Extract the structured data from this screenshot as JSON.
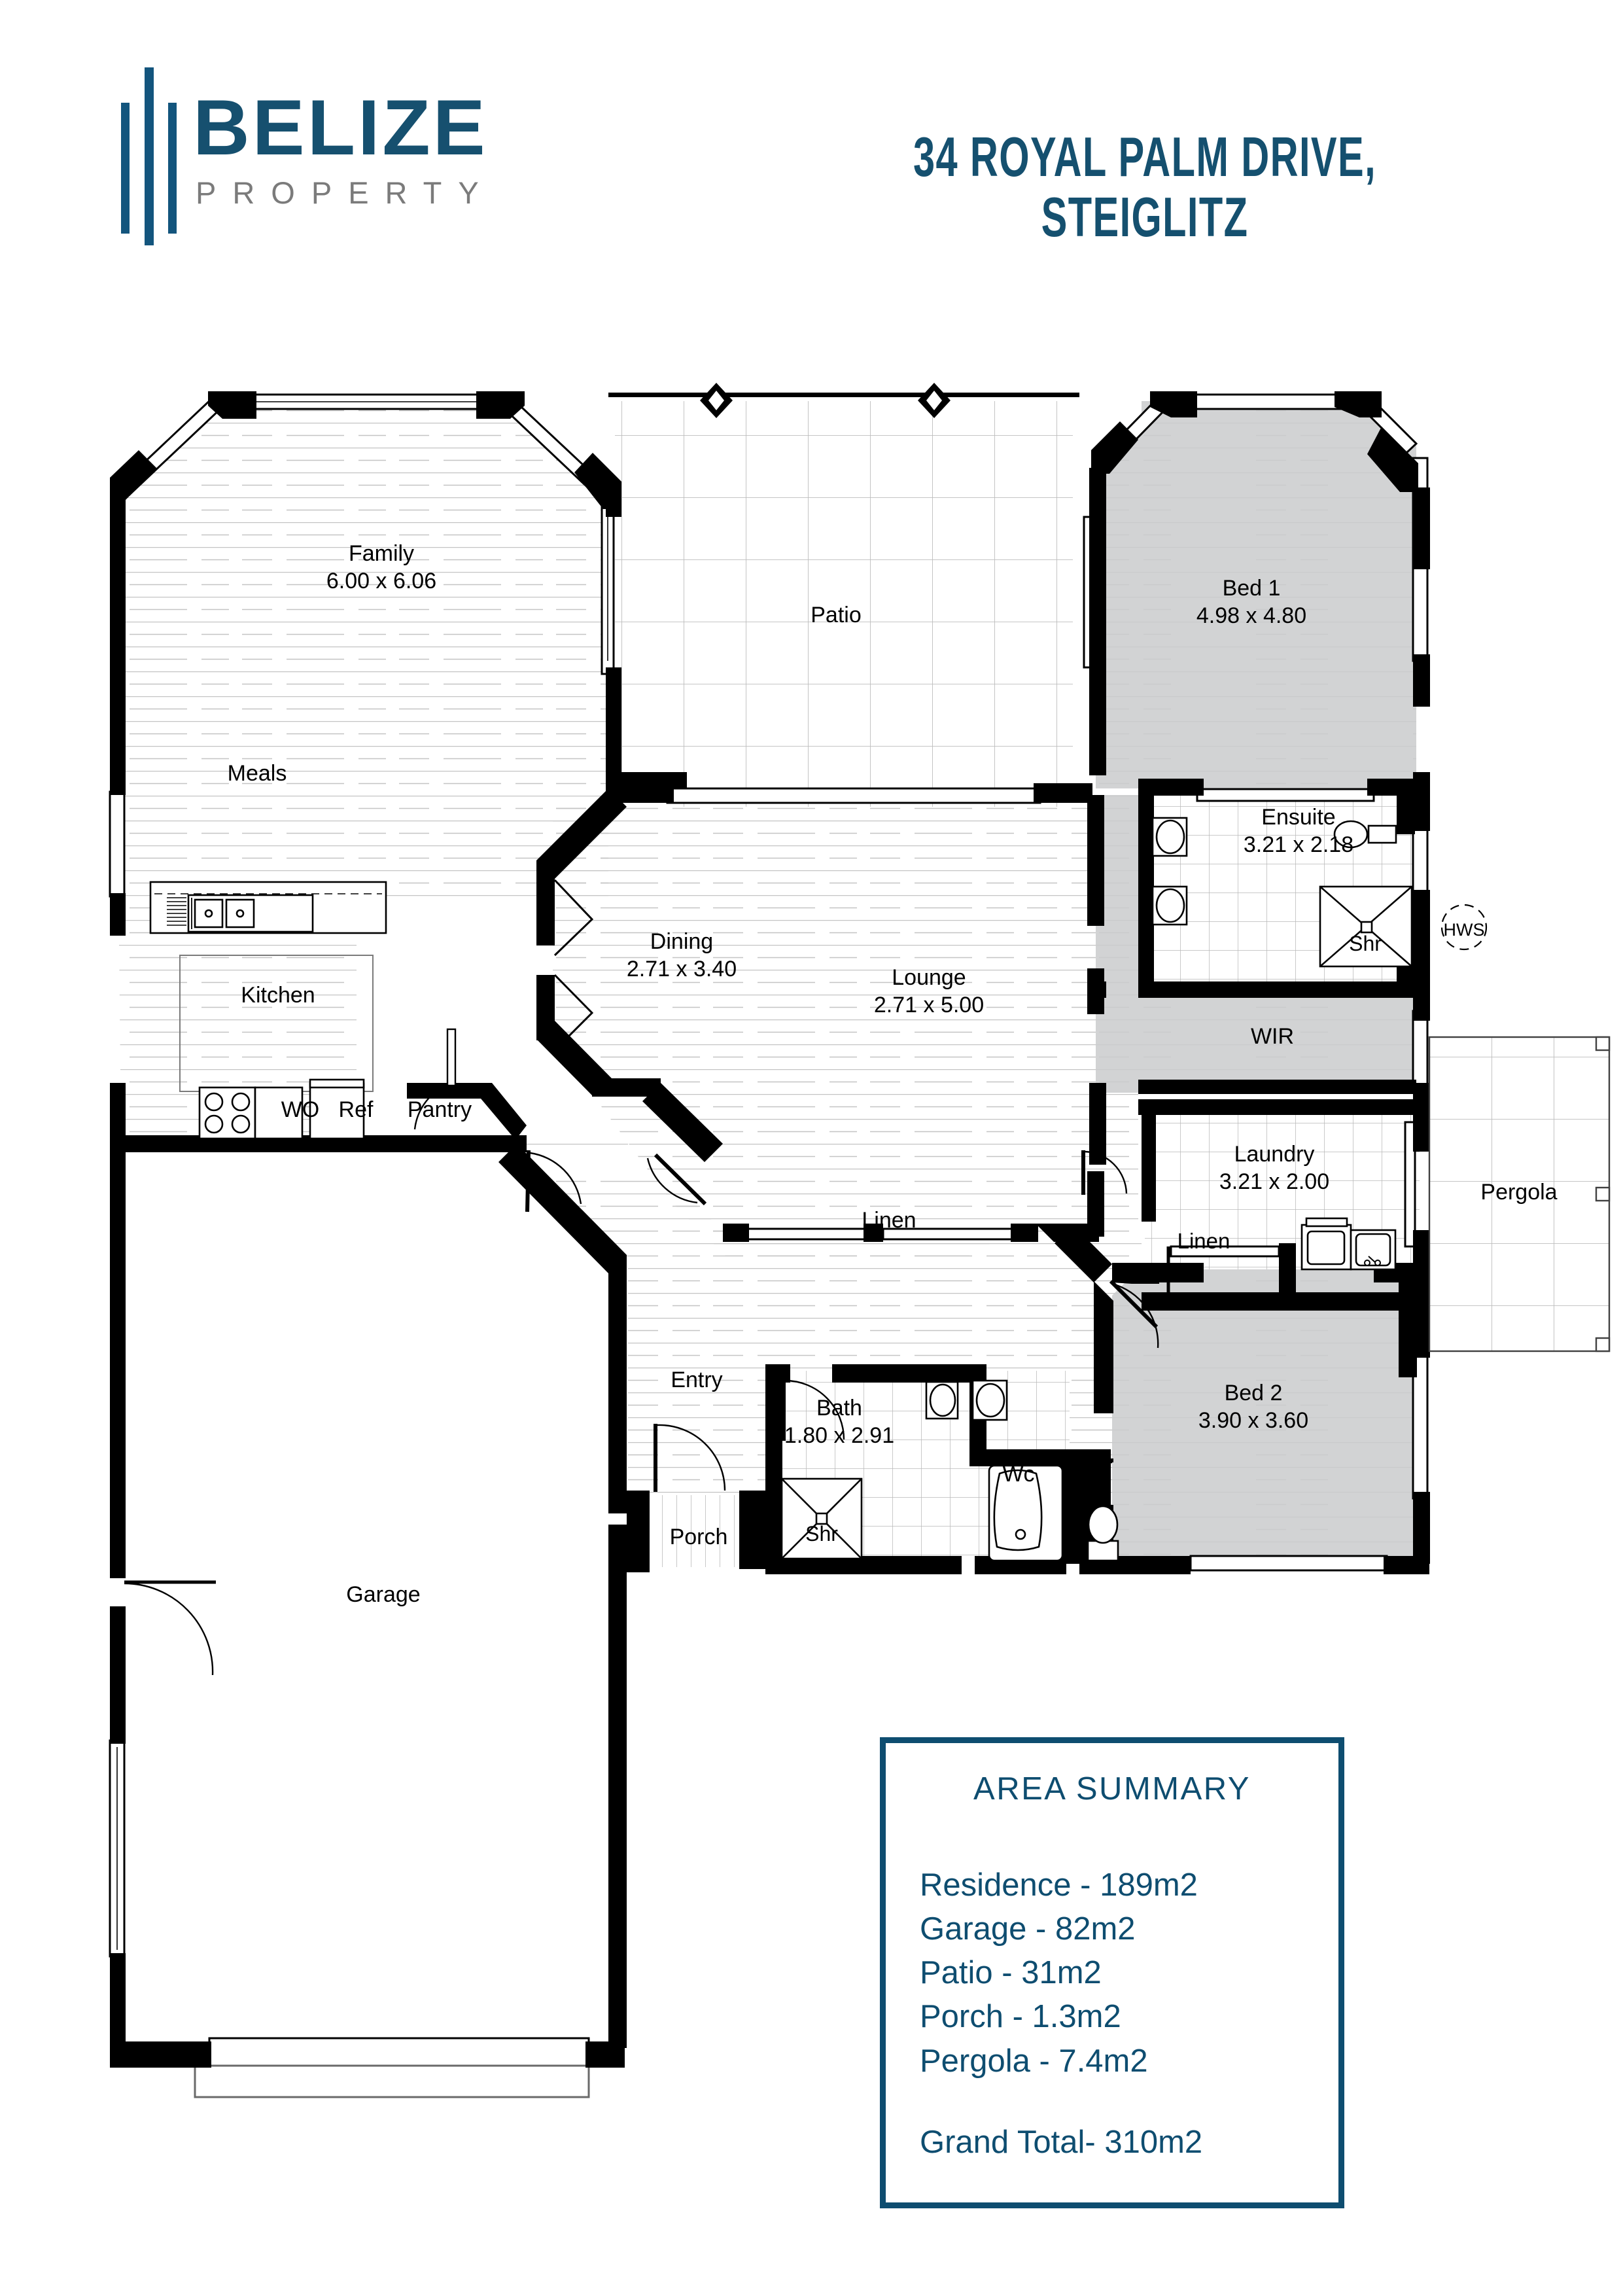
{
  "brand": {
    "name": "BELIZE",
    "subtitle": "PROPERTY",
    "accent_color": "#16506F",
    "subtitle_color": "#7B7B7B"
  },
  "header": {
    "title_line1": "34 ROYAL PALM DRIVE,",
    "title_line2": "STEIGLITZ",
    "title_color": "#15506F"
  },
  "floorplan": {
    "rooms": [
      {
        "name": "Family",
        "dims": "6.00 x 6.06"
      },
      {
        "name": "Meals",
        "dims": ""
      },
      {
        "name": "Kitchen",
        "dims": ""
      },
      {
        "name": "Patio",
        "dims": ""
      },
      {
        "name": "Bed 1",
        "dims": "4.98 x 4.80"
      },
      {
        "name": "Ensuite",
        "dims": "3.21 x 2.18"
      },
      {
        "name": "WIR",
        "dims": ""
      },
      {
        "name": "Dining",
        "dims": "2.71 x 3.40"
      },
      {
        "name": "Lounge",
        "dims": "2.71 x 5.00"
      },
      {
        "name": "Laundry",
        "dims": "3.21 x 2.00"
      },
      {
        "name": "Bed 2",
        "dims": "3.90 x 3.60"
      },
      {
        "name": "Bath",
        "dims": "1.80 x 2.91"
      },
      {
        "name": "Garage",
        "dims": ""
      },
      {
        "name": "Entry",
        "dims": ""
      },
      {
        "name": "Porch",
        "dims": ""
      },
      {
        "name": "Pergola",
        "dims": ""
      }
    ],
    "labels": {
      "family": "Family",
      "family_dims": "6.00 x 6.06",
      "meals": "Meals",
      "kitchen": "Kitchen",
      "patio": "Patio",
      "bed1": "Bed 1",
      "bed1_dims": "4.98 x 4.80",
      "ensuite": "Ensuite",
      "ensuite_dims": "3.21 x 2.18",
      "shr_ensuite": "Shr",
      "hws": "HWS",
      "wir": "WIR",
      "dining": "Dining",
      "dining_dims": "2.71 x 3.40",
      "lounge": "Lounge",
      "lounge_dims": "2.71 x 5.00",
      "linen_lounge": "Linen",
      "laundry": "Laundry",
      "laundry_dims": "3.21 x 2.00",
      "linen_laundry": "Linen",
      "pergola": "Pergola",
      "bed2": "Bed 2",
      "bed2_dims": "3.90 x 3.60",
      "bath": "Bath",
      "bath_dims": "1.80 x 2.91",
      "shr_bath": "Shr",
      "wc": "Wc",
      "entry": "Entry",
      "porch": "Porch",
      "garage": "Garage",
      "wo": "WO",
      "ref": "Ref",
      "pantry": "Pantry"
    },
    "colors": {
      "wall": "#000000",
      "carpet_fill": "#d2d3d4",
      "floorboard_line": "#bfbfbf",
      "tile_line": "#b5b5b5",
      "paver_line": "#b8b8b8"
    }
  },
  "area_summary": {
    "title": "AREA SUMMARY",
    "items": [
      "Residence - 189m2",
      "Garage - 82m2",
      "Patio - 31m2",
      "Porch - 1.3m2",
      "Pergola - 7.4m2"
    ],
    "grand_total": "Grand Total- 310m2",
    "border_color": "#0E4D70"
  }
}
